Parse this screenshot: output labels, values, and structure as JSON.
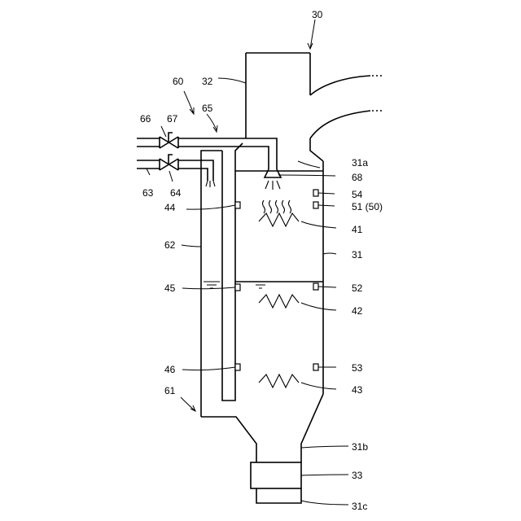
{
  "labels": {
    "l30": "30",
    "l32": "32",
    "l60": "60",
    "l65": "65",
    "l66": "66",
    "l67": "67",
    "l63": "63",
    "l64": "64",
    "l31a": "31a",
    "l68": "68",
    "l54": "54",
    "l51": "51 (50)",
    "l44": "44",
    "l41": "41",
    "l62": "62",
    "l31": "31",
    "l45": "45",
    "l52": "52",
    "l42": "42",
    "l46": "46",
    "l53": "53",
    "l43": "43",
    "l61": "61",
    "l31b": "31b",
    "l33": "33",
    "l31c": "31c"
  }
}
